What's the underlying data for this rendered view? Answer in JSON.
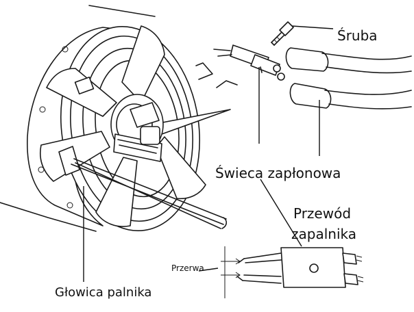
{
  "labels": {
    "screw": "Śruba",
    "ignition_spark_plug": "Świeca zapłonowa",
    "igniter_wire_line1": "Przewód",
    "igniter_wire_line2": "zapalnika",
    "gap": "Przerwa",
    "burner_head": "Głowica palnika"
  }
}
